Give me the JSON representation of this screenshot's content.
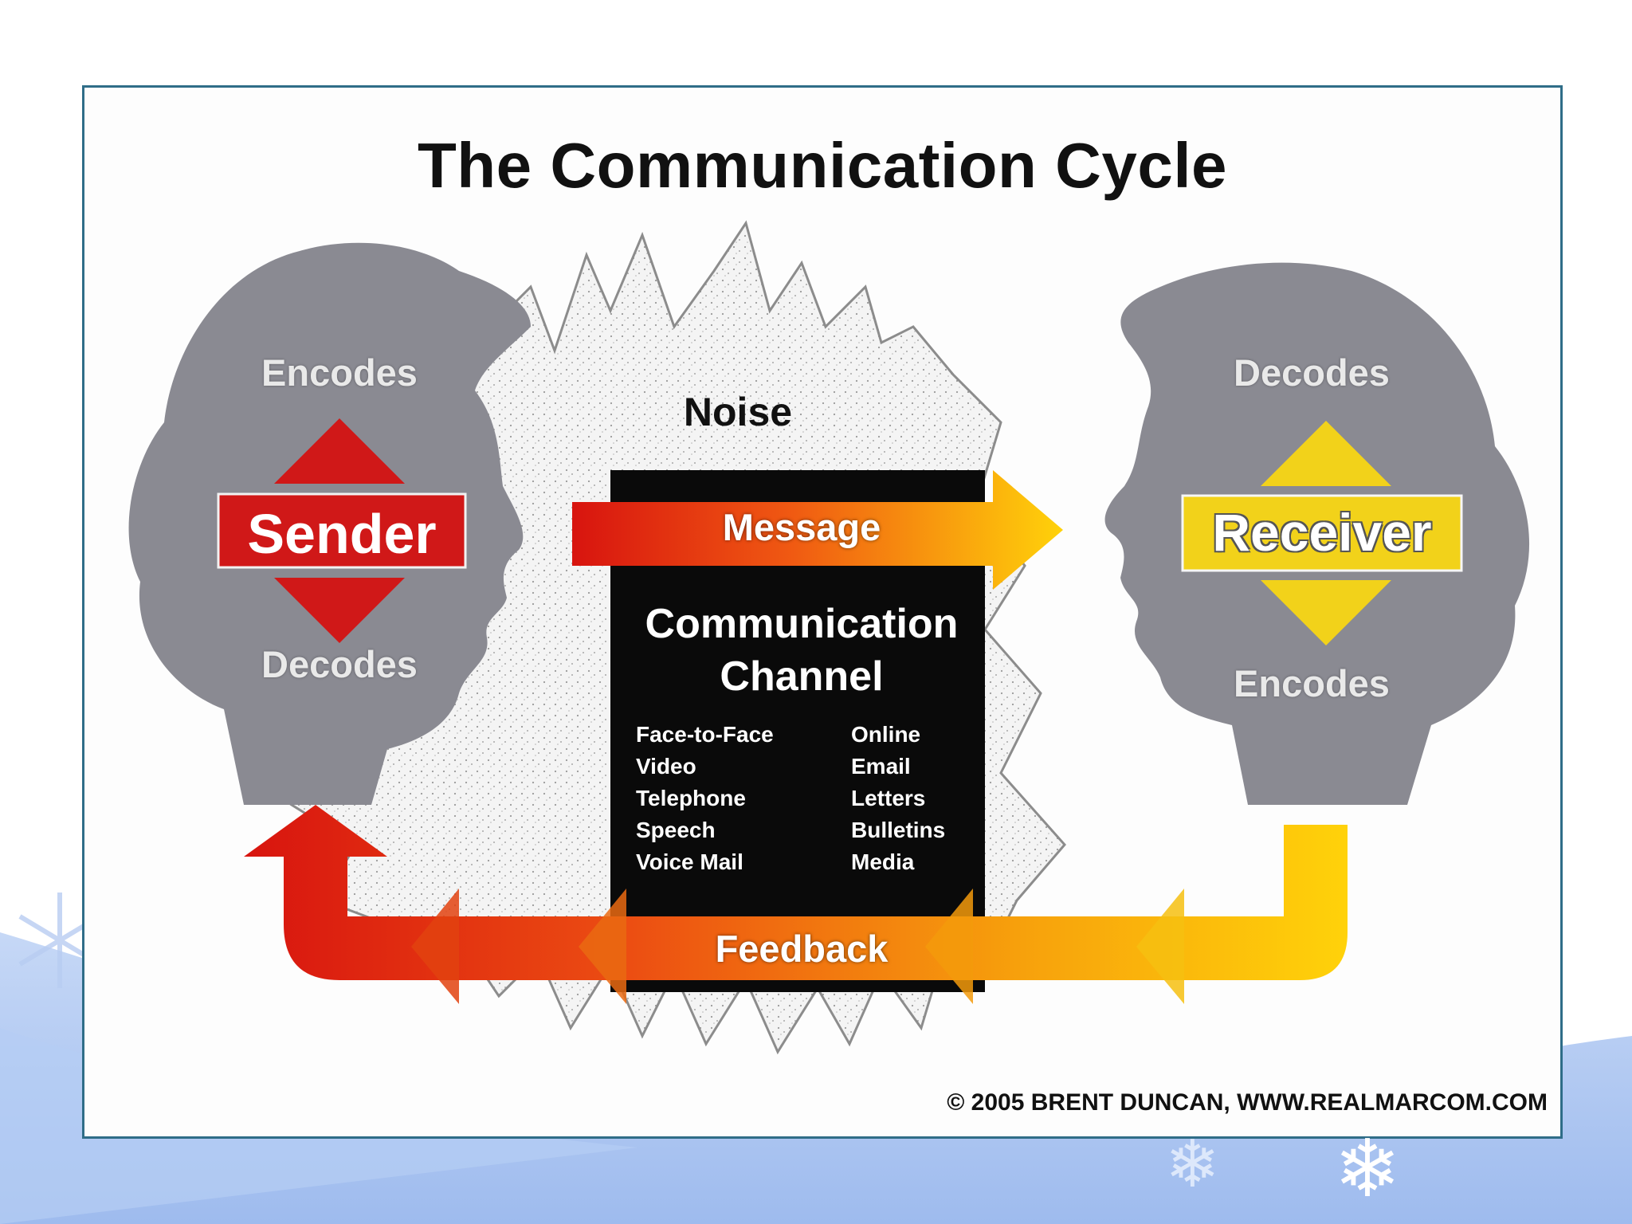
{
  "title": "The Communication Cycle",
  "noise": "Noise",
  "sender": {
    "label": "Sender",
    "top_text": "Encodes",
    "bottom_text": "Decodes"
  },
  "receiver": {
    "label": "Receiver",
    "top_text": "Decodes",
    "bottom_text": "Encodes"
  },
  "message": "Message",
  "feedback": "Feedback",
  "channel": {
    "title_line1": "Communication",
    "title_line2": "Channel",
    "left_items": [
      "Face-to-Face",
      "Video",
      "Telephone",
      "Speech",
      "Voice Mail"
    ],
    "right_items": [
      "Online",
      "Email",
      "Letters",
      "Bulletins",
      "Media"
    ]
  },
  "copyright": "© 2005 BRENT DUNCAN, WWW.REALMARCOM.COM",
  "colors": {
    "sender_red": "#d01818",
    "receiver_yellow": "#f2d21a",
    "head_gray": "#8a8a92",
    "channel_black": "#0a0a0a",
    "frame_border": "#2f6d88",
    "background_blue": "#a9c4f0"
  },
  "icons": [
    "snowflake-icon",
    "snowflake-icon"
  ]
}
